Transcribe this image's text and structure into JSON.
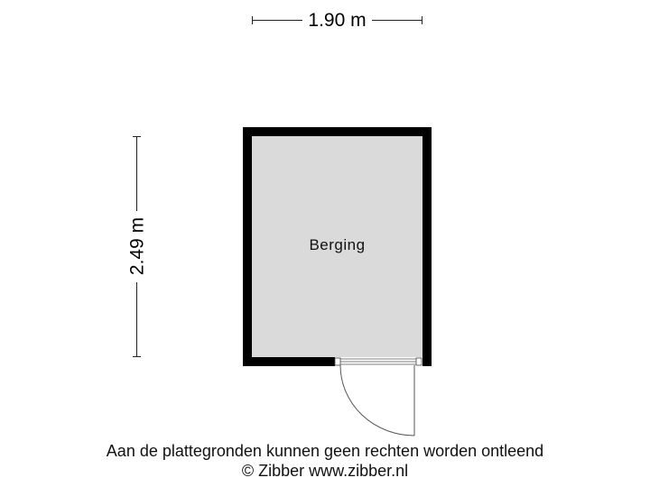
{
  "dimensions": {
    "width_label": "1.90 m",
    "height_label": "2.49 m"
  },
  "rooms": [
    {
      "name": "Berging",
      "fill": "#dadada"
    }
  ],
  "colors": {
    "wall": "#000000",
    "room_fill": "#dadada",
    "door_line": "#555555",
    "background": "#ffffff"
  },
  "footer": {
    "disclaimer": "Aan de plattegronden kunnen geen rechten worden ontleend",
    "copyright": "© Zibber www.zibber.nl"
  }
}
